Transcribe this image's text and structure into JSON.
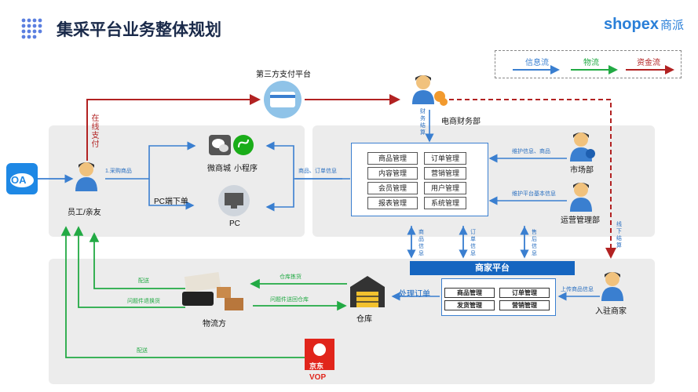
{
  "header": {
    "title": "集采平台业务整体规划",
    "logo_text": "shopex",
    "logo_cn": "商派"
  },
  "legend": {
    "info": "信息流",
    "logistics": "物流",
    "money": "资金流"
  },
  "nodes": {
    "third_pay": "第三方支付平台",
    "finance": "电商财务部",
    "oa": "OA",
    "staff": "员工/亲友",
    "wechat": "微商城",
    "mini": "小程序",
    "pc_order": "PC端下单",
    "pc": "PC",
    "market": "市场部",
    "ops": "运营管理部",
    "merchant_platform": "商家平台",
    "settled": "入驻商家",
    "warehouse": "仓库",
    "logistics": "物流方",
    "vop": "VOP",
    "jd": "京东"
  },
  "modules": [
    "商品管理",
    "订单管理",
    "内容管理",
    "营销管理",
    "会员管理",
    "用户管理",
    "报表管理",
    "系统管理"
  ],
  "merchant_modules": [
    "商品管理",
    "订单管理",
    "发货管理",
    "营销管理"
  ],
  "labels": {
    "online_pay": "在线支付",
    "finance_settle": "财务结算",
    "buy": "1.采购商品",
    "goods_order": "商品、订单信息",
    "maintain_goods": "维护信息、商品",
    "maintain_basic": "维护平台基本信息",
    "goods_info": "商品信息",
    "order_info": "订单信息",
    "aftersale_info": "售后信息",
    "offline_settle": "线下结算",
    "upload_goods": "上传商品信息",
    "process_order": "处理订单",
    "stock_out": "仓库拣货",
    "return_wh": "问题件送回仓库",
    "deliver1": "配送",
    "return_ex": "问题件退换货",
    "deliver2": "配送"
  },
  "colors": {
    "info": "#3a7fd0",
    "logistics": "#22aa44",
    "money": "#b22222",
    "merchant_bar": "#1565c0"
  }
}
